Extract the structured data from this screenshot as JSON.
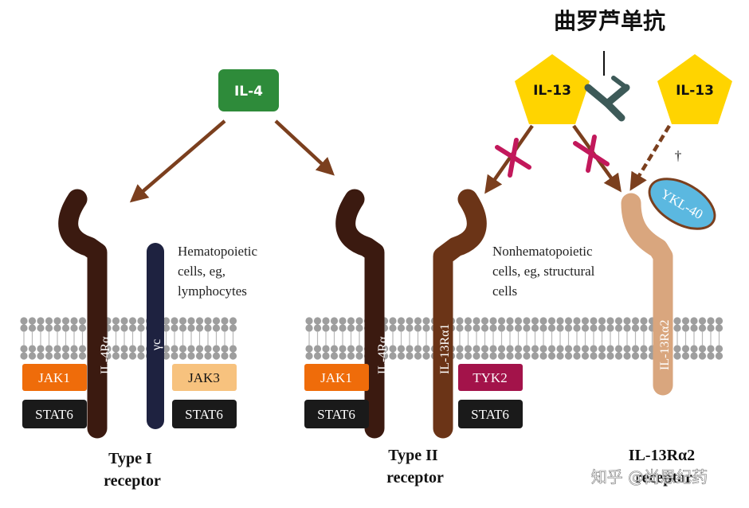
{
  "header": {
    "title": "曲罗芦单抗"
  },
  "ligands": {
    "il4": "IL-4",
    "il13_left": "IL-13",
    "il13_right": "IL-13"
  },
  "receptors": {
    "type1": {
      "chain1": "IL-4Rα",
      "chain2": "γc",
      "kinase1": "JAK1",
      "kinase2": "JAK3",
      "stat1": "STAT6",
      "stat2": "STAT6",
      "caption_line1": "Type I",
      "caption_line2": "receptor",
      "cells_line1": "Hematopoietic",
      "cells_line2": "cells, eg,",
      "cells_line3": "lymphocytes"
    },
    "type2": {
      "chain1": "IL-4Rα",
      "chain2": "IL-13Rα1",
      "kinase1": "JAK1",
      "kinase2": "TYK2",
      "stat1": "STAT6",
      "stat2": "STAT6",
      "caption_line1": "Type II",
      "caption_line2": "receptor",
      "cells_line1": "Nonhematopoietic",
      "cells_line2": "cells, eg, structural",
      "cells_line3": "cells"
    },
    "il13ra2": {
      "chain": "IL-13Rα2",
      "partner": "YKL-40",
      "dagger": "†",
      "caption_line1": "IL-13Rα2",
      "caption_line2": "receptor"
    }
  },
  "watermark": "知乎 @尚恩纪药",
  "colors": {
    "il4_green": "#2e8b3a",
    "il13_yellow": "#ffd400",
    "arrow_brown": "#7b3f1e",
    "block_mark": "#c2185b",
    "chain_dark": "#3b1a10",
    "chain_mid": "#6b3417",
    "chain_light": "#d9a67e",
    "gamma_navy": "#1e2240",
    "jak1_orange": "#ef6c0a",
    "jak3_peach": "#f7c27e",
    "tyk2_crimson": "#a3134a",
    "stat_black": "#1a1a1a",
    "ykl_blue": "#5bb8e0",
    "antibody_slate": "#3d5a58",
    "membrane_gray": "#9e9e9e"
  }
}
